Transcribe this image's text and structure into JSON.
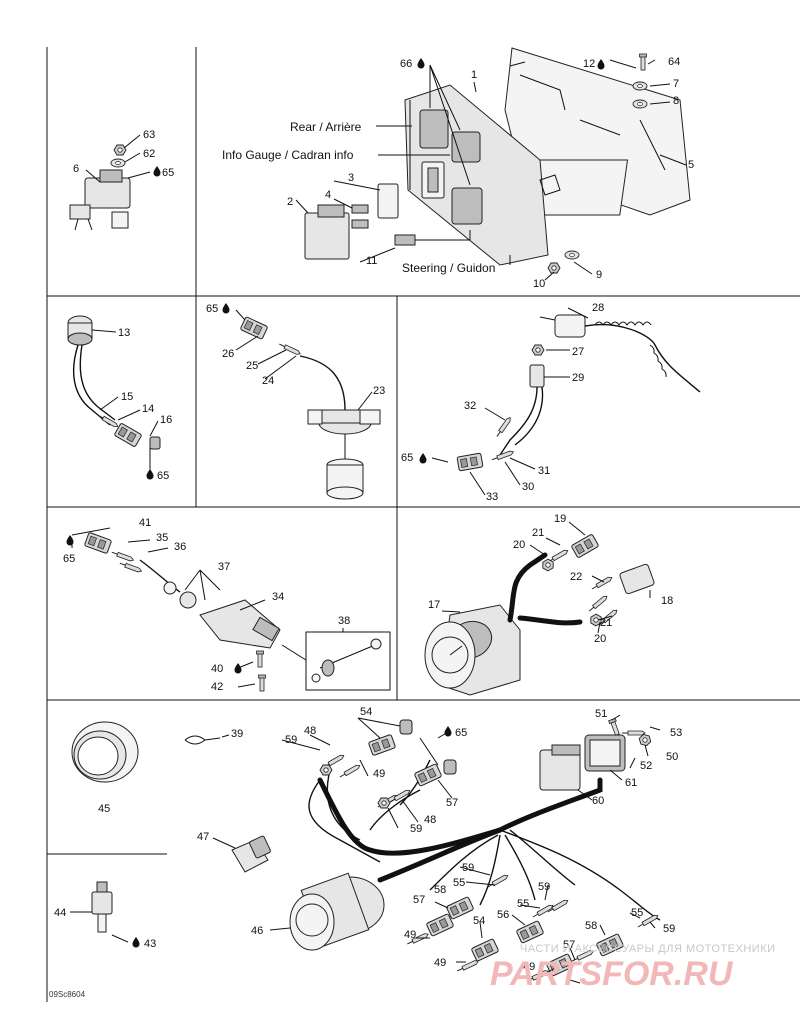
{
  "callouts": {
    "c1": "1",
    "c2": "2",
    "c3": "3",
    "c4": "4",
    "c5": "5",
    "c6": "6",
    "c7": "7",
    "c8": "8",
    "c9": "9",
    "c10": "10",
    "c11": "11",
    "c12": "12",
    "c13": "13",
    "c14": "14",
    "c15": "15",
    "c16": "16",
    "c17": "17",
    "c18": "18",
    "c19": "19",
    "c20a": "20",
    "c20b": "20",
    "c21a": "21",
    "c21b": "21",
    "c22": "22",
    "c23": "23",
    "c24": "24",
    "c25": "25",
    "c26": "26",
    "c27": "27",
    "c28": "28",
    "c29": "29",
    "c30": "30",
    "c31": "31",
    "c32": "32",
    "c33": "33",
    "c34": "34",
    "c35": "35",
    "c36": "36",
    "c37": "37",
    "c38": "38",
    "c39": "39",
    "c40": "40",
    "c41": "41",
    "c42": "42",
    "c43": "43",
    "c44": "44",
    "c45": "45",
    "c46": "46",
    "c47": "47",
    "c48a": "48",
    "c48b": "48",
    "c49a": "49",
    "c49b": "49",
    "c49c": "49",
    "c49d": "49",
    "c50": "50",
    "c51": "51",
    "c52": "52",
    "c53": "53",
    "c54a": "54",
    "c54b": "54",
    "c55a": "55",
    "c55b": "55",
    "c55c": "55",
    "c56": "56",
    "c57a": "57",
    "c57b": "57",
    "c57c": "57",
    "c58a": "58",
    "c58b": "58",
    "c59a": "59",
    "c59b": "59",
    "c59c": "59",
    "c59d": "59",
    "c59e": "59",
    "c60": "60",
    "c61": "61",
    "c62": "62",
    "c63": "63",
    "c64": "64",
    "c65a": "65",
    "c65b": "65",
    "c65c": "65",
    "c65d": "65",
    "c65e": "65",
    "c65f": "65",
    "c66": "66"
  },
  "labels": {
    "rear": "Rear / Arrière",
    "info_gauge": "Info Gauge / Cadran info",
    "steering": "Steering / Guidon"
  },
  "drawing_code": "09Sc8604",
  "watermark": {
    "subtitle": "ЧАСТИ И АКСЕССУАРЫ ДЛЯ МОТОТЕХНИКИ",
    "brand": "PARTSFOR.RU"
  },
  "icons": [
    "adhesive-drop-icon"
  ]
}
